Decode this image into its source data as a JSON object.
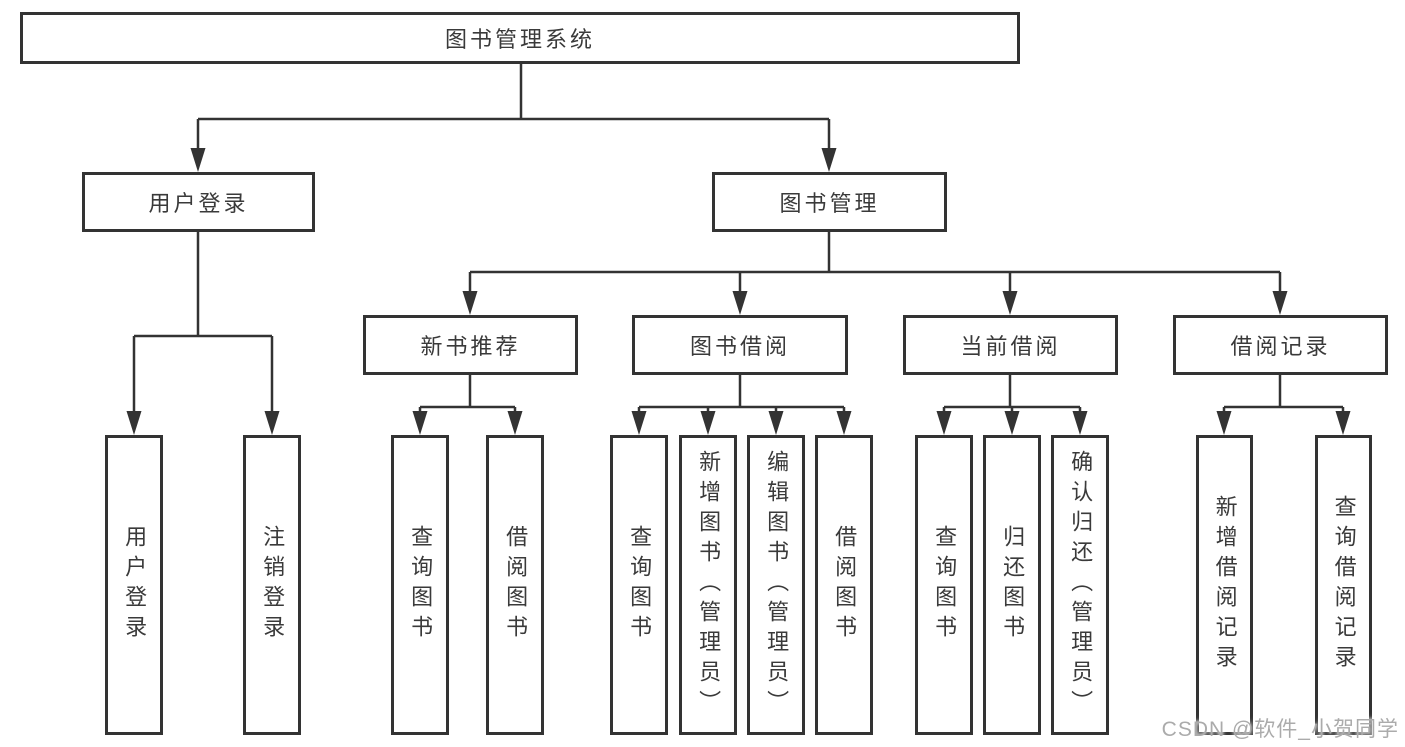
{
  "tree": {
    "root": {
      "label": "图书管理系统"
    },
    "level2": [
      {
        "label": "用户登录",
        "children": [
          {
            "label": "用户登录"
          },
          {
            "label": "注销登录"
          }
        ]
      },
      {
        "label": "图书管理",
        "children": [
          {
            "label": "新书推荐",
            "children": [
              {
                "label": "查询图书"
              },
              {
                "label": "借阅图书"
              }
            ]
          },
          {
            "label": "图书借阅",
            "children": [
              {
                "label": "查询图书"
              },
              {
                "label": "新增图书（管理员）"
              },
              {
                "label": "编辑图书（管理员）"
              },
              {
                "label": "借阅图书"
              }
            ]
          },
          {
            "label": "当前借阅",
            "children": [
              {
                "label": "查询图书"
              },
              {
                "label": "归还图书"
              },
              {
                "label": "确认归还（管理员）"
              }
            ]
          },
          {
            "label": "借阅记录",
            "children": [
              {
                "label": "新增借阅记录"
              },
              {
                "label": "查询借阅记录"
              }
            ]
          }
        ]
      }
    ]
  },
  "watermark": {
    "text": "CSDN @软件_小贺同学"
  },
  "colors": {
    "line": "#333333",
    "text": "#3a3a3a",
    "bg": "#ffffff",
    "watermark": "#ababab"
  }
}
